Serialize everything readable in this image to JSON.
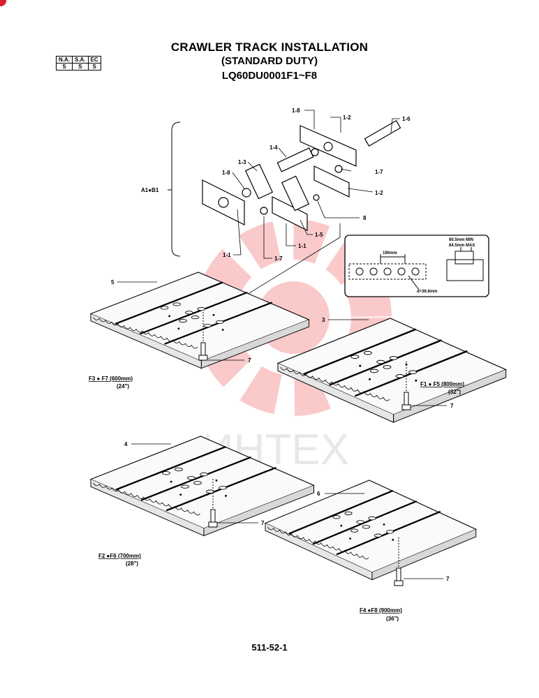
{
  "header": {
    "title": "CRAWLER TRACK INSTALLATION",
    "subtitle": "(STANDARD DUTY)",
    "code": "LQ60DU0001F1~F8"
  },
  "region_table": {
    "headers": [
      "N.A.",
      "S.A.",
      "EC"
    ],
    "values": [
      "S",
      "S",
      "S"
    ]
  },
  "chain_labels": {
    "c18a": "1-8",
    "c12a": "1-2",
    "c16": "1-6",
    "c14": "1-4",
    "c13": "1-3",
    "c18b": "1-8",
    "c17a": "1-7",
    "c12b": "1-2",
    "c8": "8",
    "c15": "1-5",
    "c11a": "1-1",
    "c11b": "1-1",
    "c17b": "1-7",
    "group": "A1●B1"
  },
  "detail": {
    "dim_min": "80.5mm MIN",
    "dim_max": "84.5mm MAX",
    "pitch": "190mm",
    "diameter": "d=36.6mm"
  },
  "shoes": [
    {
      "part": "5",
      "bolt": "7",
      "caption": "F3 ● F7 (600mm)",
      "inch": "(24\")"
    },
    {
      "part": "3",
      "bolt": "7",
      "caption": "F1 ● F5 (800mm)",
      "inch": "(32\")"
    },
    {
      "part": "4",
      "bolt": "7",
      "caption": "F2 ●F6 (700mm)",
      "inch": "(28\")"
    },
    {
      "part": "6",
      "bolt": "7",
      "caption": "F4 ●F8 (900mm)",
      "inch": "(36\")"
    }
  ],
  "watermark": {
    "text": "ИНТЕХ",
    "color": "#f5b5b5"
  },
  "page_number": "511-52-1"
}
